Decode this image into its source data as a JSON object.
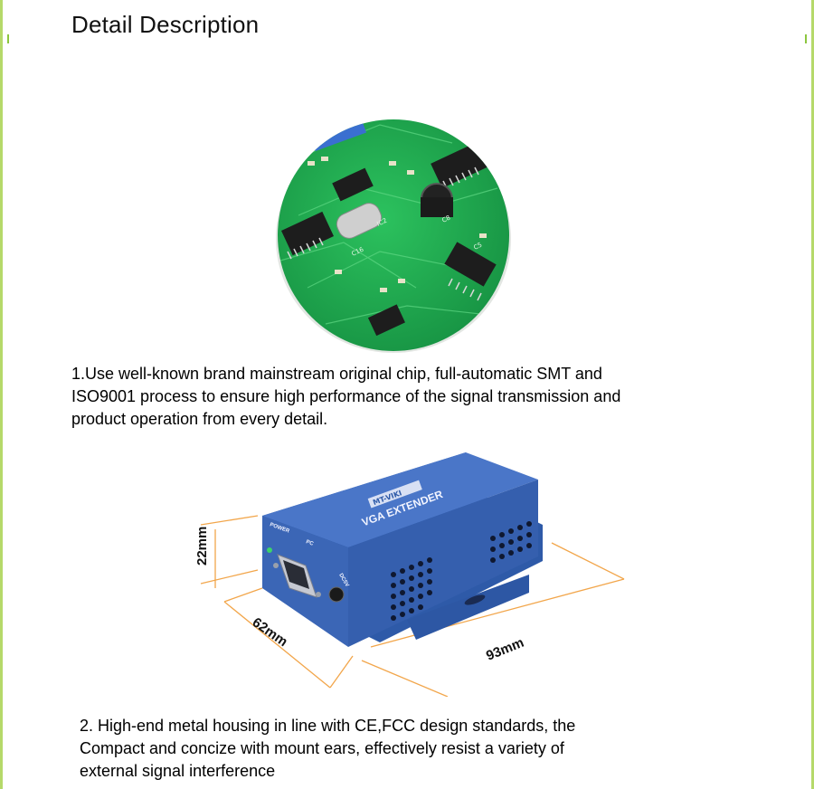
{
  "header": {
    "title": "Detail Description"
  },
  "section1": {
    "lines": [
      "1.Use well-known brand mainstream original chip, full-automatic SMT and",
      "ISO9001 process to ensure high performance of the signal transmission and",
      "product operation from every detail."
    ]
  },
  "device": {
    "label": "VGA EXTENDER",
    "brand": "MT-VIKI",
    "port_power": "POWER",
    "port_pc": "PC",
    "port_dc": "DC5V",
    "dim_height": "22mm",
    "dim_depth": "62mm",
    "dim_width": "93mm"
  },
  "section2": {
    "lines": [
      "2. High-end metal housing in line with CE,FCC design standards, the",
      "Compact and concize with mount ears, effectively resist a variety of",
      "external signal interference"
    ]
  },
  "colors": {
    "frame": "#b5d96a",
    "pcb_green": "#1fa44f",
    "device_blue": "#3d67b8",
    "dimension_lines": "#f2a64b"
  }
}
